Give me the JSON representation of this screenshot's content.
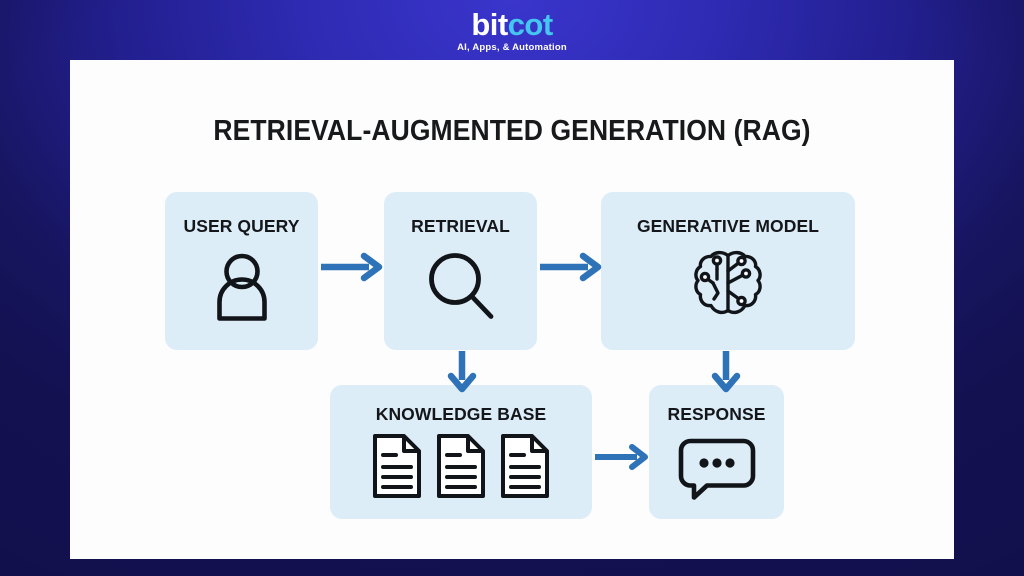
{
  "brand": {
    "logo_primary": "bit",
    "logo_secondary": "cot",
    "tagline": "AI, Apps, & Automation",
    "logo_primary_color": "#ffffff",
    "logo_secondary_color": "#45c6f0"
  },
  "background": {
    "center_color": "#3a35cc",
    "edge_color": "#131150"
  },
  "card": {
    "background_color": "#fdfdfd",
    "title": "RETRIEVAL-AUGMENTED GENERATION (RAG)",
    "title_color": "#18191b"
  },
  "diagram": {
    "type": "flowchart",
    "node_fill": "#ddedf8",
    "icon_color": "#111418",
    "arrow_color": "#2e73b8",
    "nodes": [
      {
        "id": "user-query",
        "label": "USER QUERY",
        "icon": "person-icon",
        "row": 1,
        "column": 1
      },
      {
        "id": "retrieval",
        "label": "RETRIEVAL",
        "icon": "magnifier-icon",
        "row": 1,
        "column": 2
      },
      {
        "id": "generative-model",
        "label": "GENERATIVE MODEL",
        "icon": "brain-circuit-icon",
        "row": 1,
        "column": 3
      },
      {
        "id": "knowledge-base",
        "label": "KNOWLEDGE BASE",
        "icon": "documents-icon",
        "row": 2,
        "column": 2
      },
      {
        "id": "response",
        "label": "RESPONSE",
        "icon": "speech-bubble-icon",
        "row": 2,
        "column": 3
      }
    ],
    "edges": [
      {
        "from": "user-query",
        "to": "retrieval",
        "direction": "right"
      },
      {
        "from": "retrieval",
        "to": "generative-model",
        "direction": "right"
      },
      {
        "from": "retrieval",
        "to": "knowledge-base",
        "direction": "down"
      },
      {
        "from": "generative-model",
        "to": "response",
        "direction": "down"
      },
      {
        "from": "knowledge-base",
        "to": "response",
        "direction": "right"
      }
    ]
  }
}
